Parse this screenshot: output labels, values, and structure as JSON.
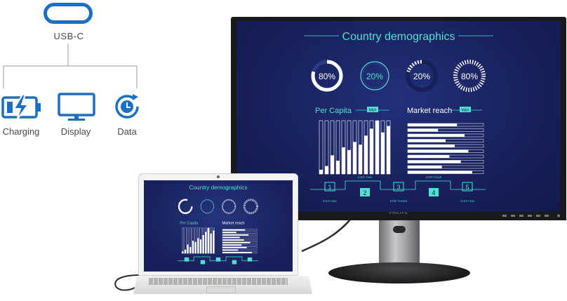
{
  "usbc": {
    "label": "USB-C",
    "color": "#1b6fc0"
  },
  "features": [
    {
      "label": "Charging",
      "icon": "battery-charging-icon"
    },
    {
      "label": "Display",
      "icon": "monitor-icon"
    },
    {
      "label": "Data",
      "icon": "data-sync-icon"
    }
  ],
  "monitor": {
    "brand": "PHILIPS"
  },
  "dashboard": {
    "title": "Country demographics",
    "gauges": [
      "80%",
      "20%",
      "20%",
      "80%"
    ],
    "per_capita": "Per Capita",
    "market_reach": "Market reach",
    "max_badge": "MAX",
    "steps": [
      "1",
      "2",
      "3",
      "4",
      "5"
    ],
    "step_labels": [
      "STEP ONE",
      "STEP TWO",
      "STEP THREE",
      "STEP FOUR",
      "STEP FIVE"
    ],
    "accent": "#4fe0d2"
  }
}
